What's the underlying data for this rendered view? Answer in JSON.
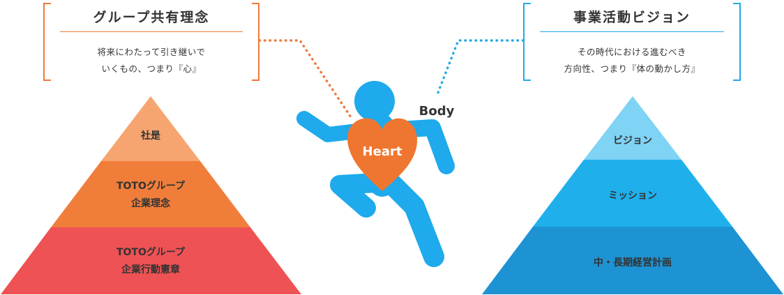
{
  "left_panel": {
    "title": "グループ共有理念",
    "desc_line1": "将来にわたって引き継いで",
    "desc_line2": "いくもの、つまり『心』",
    "accent": "#ec7a3c"
  },
  "right_panel": {
    "title": "事業活動ビジョン",
    "desc_line1": "その時代における進むべき",
    "desc_line2": "方向性、つまり『体の動かし方』",
    "accent": "#22a9e6"
  },
  "figure": {
    "heart_label": "Heart",
    "body_label": "Body",
    "heart_color": "#ef7631",
    "body_color": "#1eaaec"
  },
  "left_pyramid": {
    "tiers": [
      {
        "line1": "社是",
        "line2": "",
        "color": "#f6a570"
      },
      {
        "line1": "TOTOグループ",
        "line2": "企業理念",
        "color": "#f07e3a"
      },
      {
        "line1": "TOTOグループ",
        "line2": "企業行動憲章",
        "color": "#ef5254"
      }
    ]
  },
  "right_pyramid": {
    "tiers": [
      {
        "line1": "ビジョン",
        "line2": "",
        "color": "#7fd3f4"
      },
      {
        "line1": "ミッション",
        "line2": "",
        "color": "#1fb0ec"
      },
      {
        "line1": "中・長期経営計画",
        "line2": "",
        "color": "#1e93d3"
      }
    ]
  },
  "connector_colors": {
    "heart": "#ec7a3c",
    "body": "#22a9e6"
  }
}
